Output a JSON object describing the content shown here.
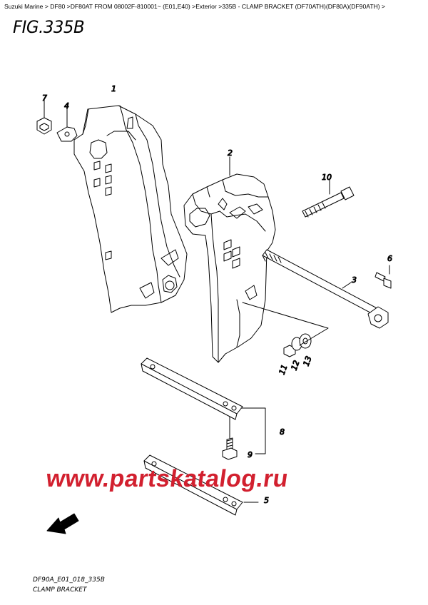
{
  "breadcrumb": {
    "items": [
      "Suzuki Marine",
      "DF80",
      "DF80AT FROM 08002F-810001~ (E01,E40)",
      "Exterior",
      "335B - CLAMP BRACKET (DF70ATH)(DF80A)(DF90ATH)"
    ],
    "separator": ">"
  },
  "figure_title": "FIG.335B",
  "callouts": [
    "1",
    "2",
    "3",
    "4",
    "5",
    "6",
    "7",
    "8",
    "9",
    "10",
    "11",
    "12",
    "13"
  ],
  "fwd_label": "FWD",
  "watermark": "www.partskatalog.ru",
  "footer": {
    "code": "DF90A_E01_018_335B",
    "name": "CLAMP BRACKET"
  },
  "colors": {
    "watermark": "#d2202f",
    "line": "#000000"
  }
}
